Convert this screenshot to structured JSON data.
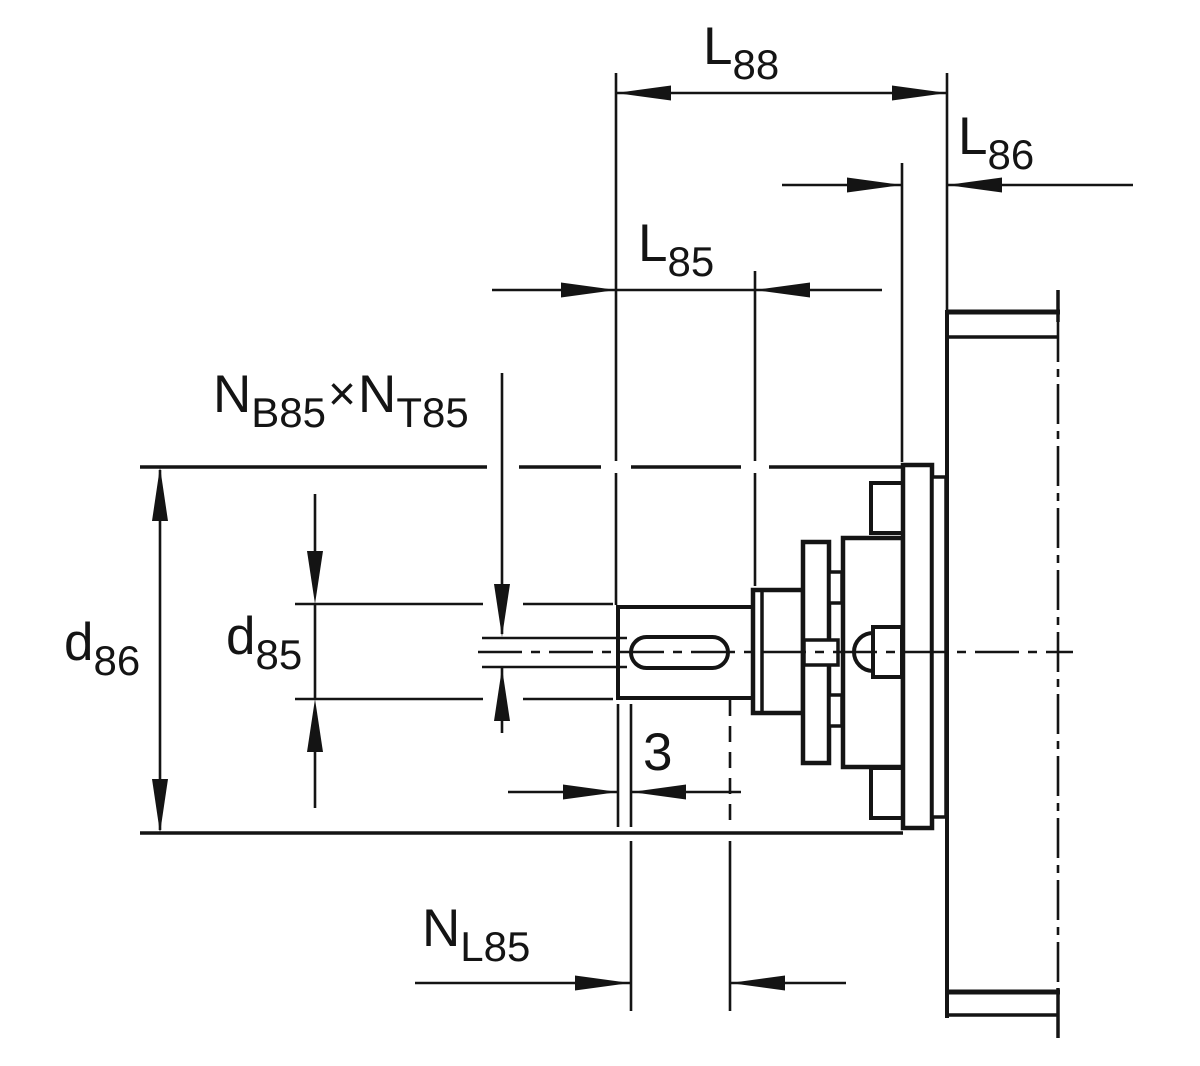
{
  "drawing": {
    "background": "#ffffff",
    "line_color": "#141414"
  },
  "labels": {
    "l88": {
      "main": "L",
      "sub": "88"
    },
    "l86": {
      "main": "L",
      "sub": "86"
    },
    "l85": {
      "main": "L",
      "sub": "85"
    },
    "keyway_dims": {
      "n1": "N",
      "sub1": "B85",
      "times": "×",
      "n2": "N",
      "sub2": "T85"
    },
    "d86": {
      "main": "d",
      "sub": "86"
    },
    "d85": {
      "main": "d",
      "sub": "85"
    },
    "offset3": {
      "value": "3"
    },
    "nl85": {
      "main": "N",
      "sub": "L85"
    }
  }
}
